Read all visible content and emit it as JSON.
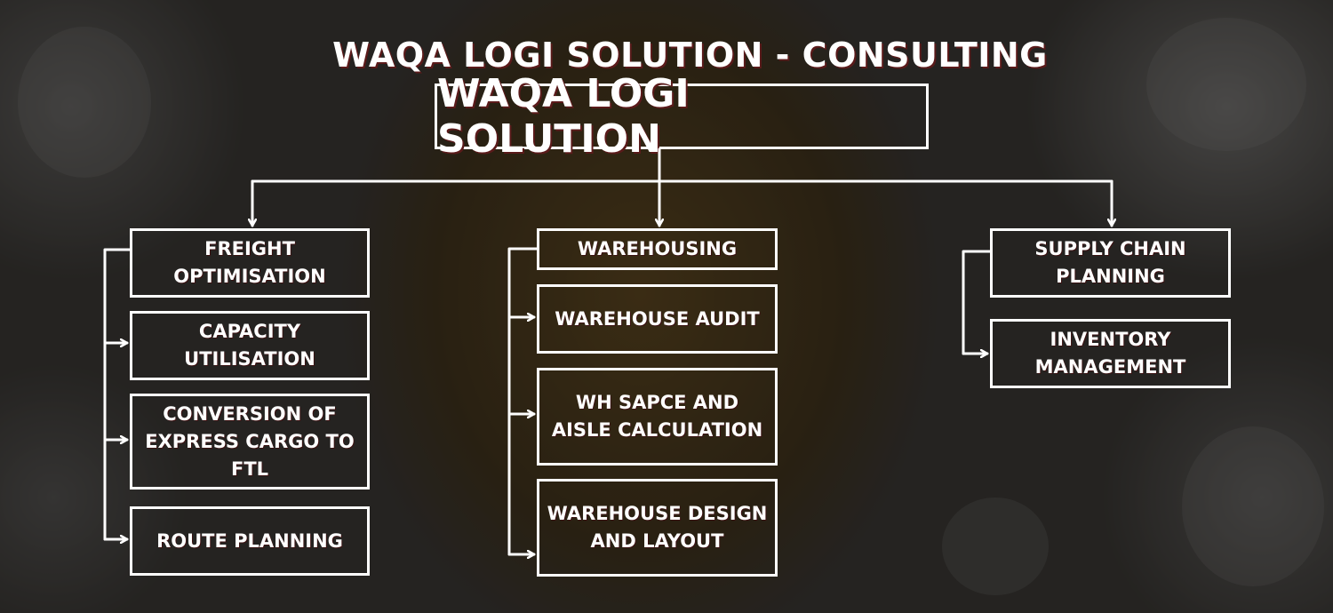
{
  "title": "WAQA LOGI SOLUTION - CONSULTING",
  "root": {
    "label": "WAQA LOGI SOLUTION"
  },
  "branches": [
    {
      "head": "FREIGHT OPTIMISATION",
      "children": [
        "CAPACITY UTILISATION",
        "CONVERSION OF EXPRESS CARGO TO FTL",
        "ROUTE PLANNING"
      ]
    },
    {
      "head": "WAREHOUSING",
      "children": [
        "WAREHOUSE AUDIT",
        "WH SAPCE AND AISLE CALCULATION",
        "WAREHOUSE DESIGN AND LAYOUT"
      ]
    },
    {
      "head": "SUPPLY CHAIN PLANNING",
      "children": [
        "INVENTORY MANAGEMENT"
      ]
    }
  ],
  "colors": {
    "line": "#ffffff",
    "text": "#ffffff",
    "text_shadow": "#5a1a1a"
  }
}
